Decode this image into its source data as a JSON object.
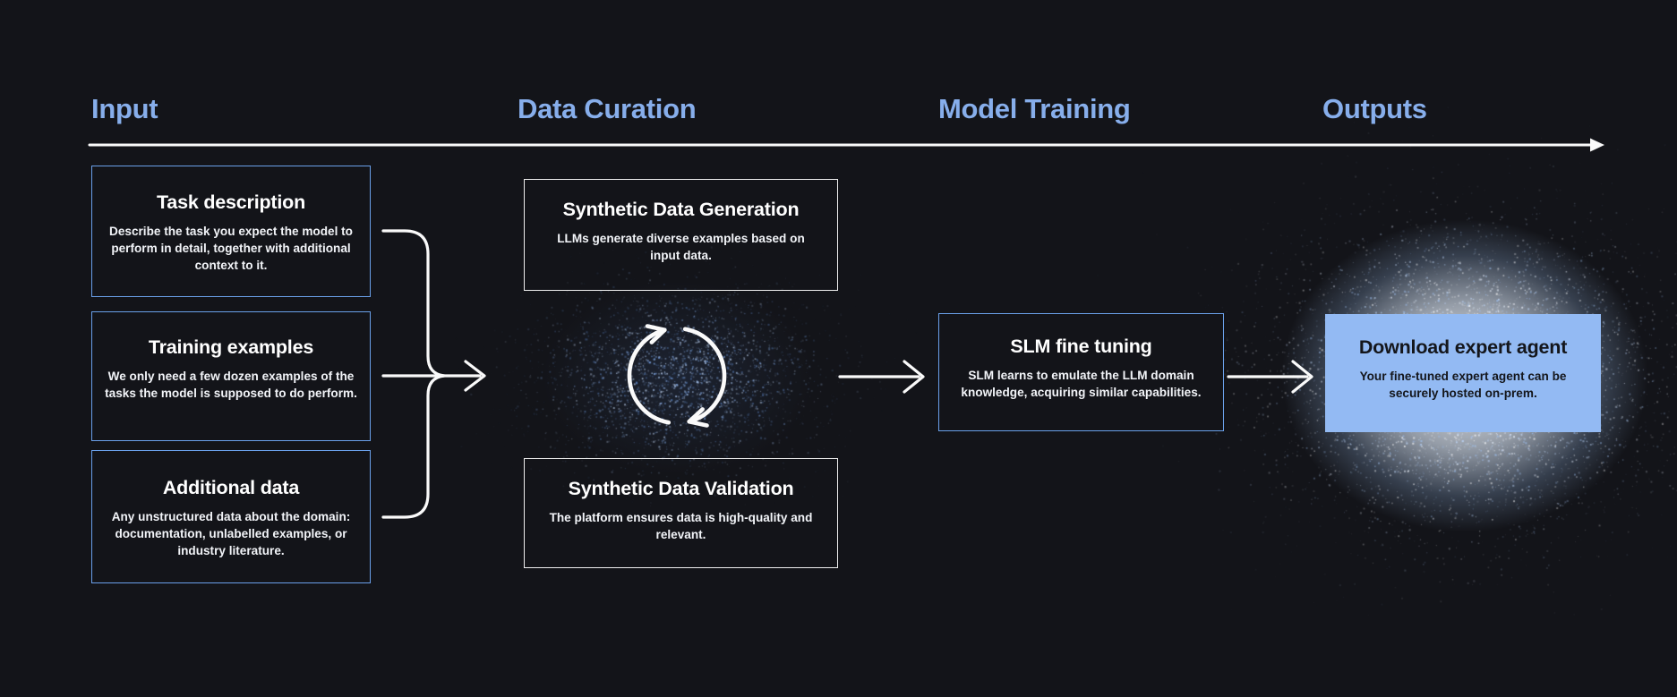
{
  "palette": {
    "background": "#131419",
    "accent_blue": "#87AEEB",
    "box_border_blue": "#6AA0EA",
    "box_border_white": "#EFEFEF",
    "stroke_white": "#FAFAFA",
    "download_fill": "#93BAF3",
    "dark_text": "#14161B",
    "particle_blues": [
      "#5d87c8",
      "#7fa6e3",
      "#a9c7f2",
      "#c7dcfa"
    ],
    "particle_glow": [
      "#ffffff",
      "#e8f0fe",
      "#bcd4f7",
      "#9ec0f0"
    ]
  },
  "timeline": {
    "headers": [
      {
        "label": "Input"
      },
      {
        "label": "Data Curation"
      },
      {
        "label": "Model Training"
      },
      {
        "label": "Outputs"
      }
    ]
  },
  "input_boxes": [
    {
      "title": "Task description",
      "description": "Describe the task you expect the model to perform in detail, together with additional context to it."
    },
    {
      "title": "Training examples",
      "description": "We only need a few dozen examples of the tasks the model is supposed to do perform."
    },
    {
      "title": "Additional data",
      "description": "Any unstructured data about the domain: documentation, unlabelled examples, or industry literature."
    }
  ],
  "curation": {
    "generation": {
      "title": "Synthetic Data Generation",
      "description": "LLMs generate diverse examples based on input data."
    },
    "validation": {
      "title": "Synthetic Data Validation",
      "description": "The platform ensures data is high-quality and relevant."
    }
  },
  "training": {
    "title": "SLM fine tuning",
    "description": "SLM learns to emulate the LLM domain knowledge, acquiring similar capabilities."
  },
  "output": {
    "title": "Download expert agent",
    "description": "Your fine-tuned expert agent can be securely hosted on-prem."
  },
  "icons": {
    "cycle": "cycle-arrows-icon",
    "merge": "merge-bracket-icon",
    "flow_arrow": "arrow-right-icon",
    "timeline_arrow": "timeline-arrow-icon"
  }
}
